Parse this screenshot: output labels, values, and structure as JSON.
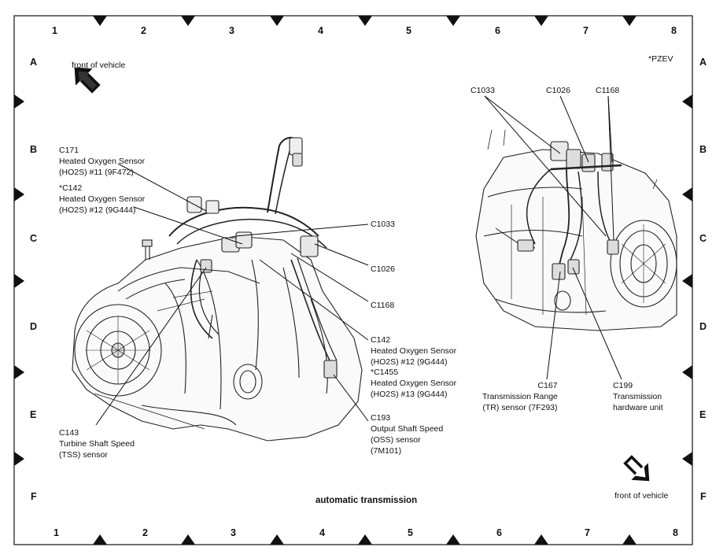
{
  "grid": {
    "columns": [
      "1",
      "2",
      "3",
      "4",
      "5",
      "6",
      "7",
      "8"
    ],
    "rows": [
      "A",
      "B",
      "C",
      "D",
      "E",
      "F"
    ]
  },
  "notes": {
    "front_left": "front of vehicle",
    "front_right": "front of vehicle",
    "pzev": "*PZEV",
    "caption": "automatic transmission"
  },
  "labels": {
    "c171": [
      "C171",
      "Heated Oxygen Sensor",
      "(HO2S) #11 (9F472)"
    ],
    "c142_star": [
      "*C142",
      "Heated Oxygen Sensor",
      "(HO2S) #12 (9G444)"
    ],
    "c1033_left": [
      "C1033"
    ],
    "c1026_left": [
      "C1026"
    ],
    "c1168_left": [
      "C1168"
    ],
    "c142": [
      "C142",
      "Heated Oxygen Sensor",
      "(HO2S) #12 (9G444)"
    ],
    "c1455": [
      "*C1455",
      "Heated Oxygen Sensor",
      "(HO2S) #13 (9G444)"
    ],
    "c193": [
      "C193",
      "Output Shaft Speed",
      "(OSS) sensor",
      "(7M101)"
    ],
    "c143": [
      "C143",
      "Turbine Shaft Speed",
      "(TSS) sensor"
    ],
    "c1033_right": [
      "C1033"
    ],
    "c1026_right": [
      "C1026"
    ],
    "c1168_right": [
      "C1168"
    ],
    "c167": [
      "C167",
      "Transmission Range",
      "(TR) sensor (7F293)"
    ],
    "c199": [
      "C199",
      "Transmission",
      "hardware unit"
    ]
  }
}
